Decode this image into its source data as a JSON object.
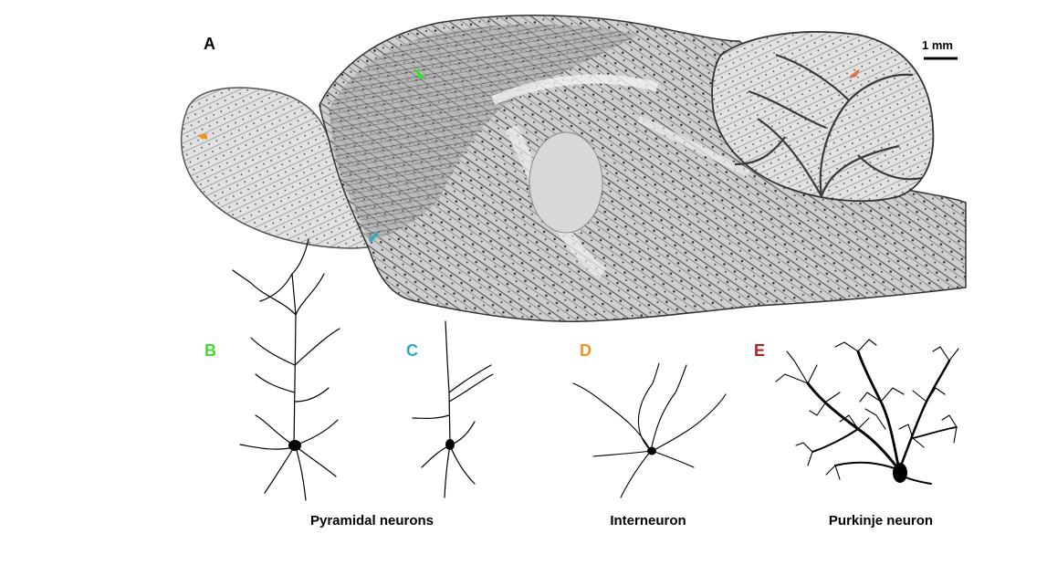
{
  "panels": {
    "a": {
      "letter": "A",
      "color": "#000000"
    },
    "b": {
      "letter": "B",
      "color": "#3ddc2e"
    },
    "c": {
      "letter": "C",
      "color": "#2aaac0"
    },
    "d": {
      "letter": "D",
      "color": "#f0921e"
    },
    "e": {
      "letter": "E",
      "color": "#b22222"
    }
  },
  "scale_bar": {
    "label": "1 mm"
  },
  "captions": {
    "pyramidal": "Pyramidal neurons",
    "interneuron": "Interneuron",
    "purkinje": "Purkinje neuron"
  },
  "markers": {
    "cortex": {
      "color": "#3ddc2e",
      "icon": "arrow-icon"
    },
    "subcortex": {
      "color": "#2aaac0",
      "icon": "arrow-icon"
    },
    "olfactory": {
      "color": "#f0921e",
      "icon": "arrow-icon"
    },
    "cerebellum": {
      "color": "#d9734f",
      "icon": "arrow-icon"
    }
  }
}
